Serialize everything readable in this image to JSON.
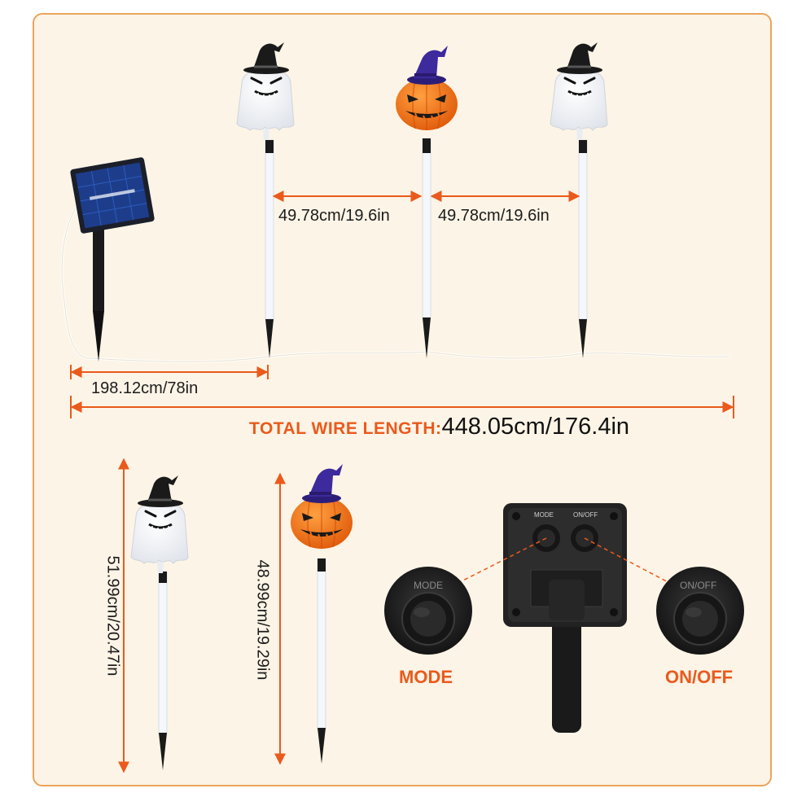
{
  "dimensions": {
    "spacing_left": "49.78cm/19.6in",
    "spacing_right": "49.78cm/19.6in",
    "lead_wire": "198.12cm/78in",
    "total_wire_label": "TOTAL WIRE LENGTH:",
    "total_wire_value": "448.05cm/176.4in",
    "ghost_height": "51.99cm/20.47in",
    "pumpkin_height": "48.99cm/19.29in"
  },
  "buttons": {
    "mode_caption": "MODE",
    "onoff_caption": "ON/OFF",
    "mode_cap_label": "MODE",
    "onoff_cap_label": "ON/OFF",
    "box_mode_label": "MODE",
    "box_onoff_label": "ON/OFF"
  },
  "colors": {
    "accent": "#ea5a1c",
    "frame_border": "#eba45a",
    "background": "#fcf4e6",
    "pumpkin": "#f06a12",
    "witch_hat_purple": "#3d2a9c"
  }
}
